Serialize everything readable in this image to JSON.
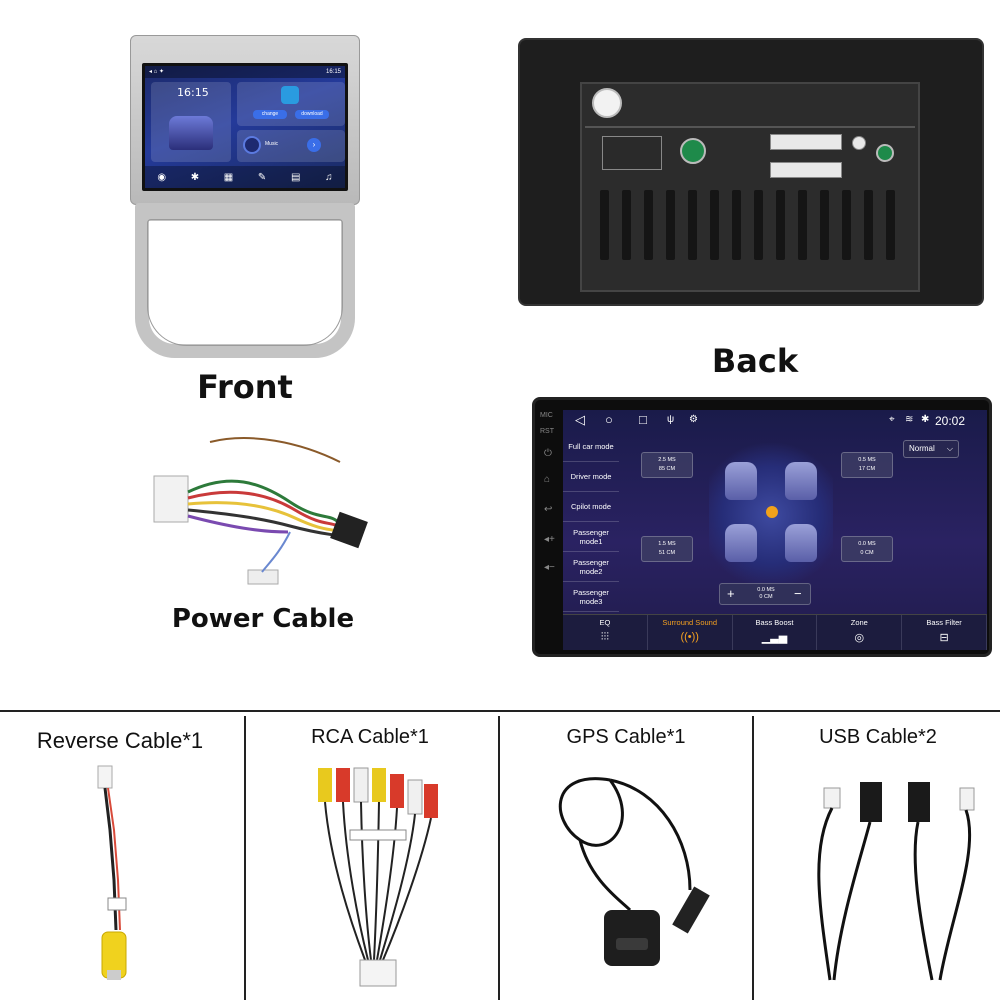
{
  "labels": {
    "front": "Front",
    "back": "Back",
    "power_cable": "Power Cable"
  },
  "accessories": [
    {
      "title": "Reverse Cable*1"
    },
    {
      "title": "RCA Cable*1"
    },
    {
      "title": "GPS Cable*1"
    },
    {
      "title": "USB Cable*2"
    }
  ],
  "front_screen": {
    "status_time": "16:15",
    "clock": "16:15",
    "btn_left": "change",
    "btn_right": "download",
    "music": "Music"
  },
  "dsp": {
    "time": "20:02",
    "preset": "Normal",
    "modes": [
      "Full car mode",
      "Driver mode",
      "Cpilot mode",
      "Passenger mode1",
      "Passenger mode2",
      "Passenger mode3"
    ],
    "delays": {
      "front_left": [
        "2.5 MS",
        "85 CM"
      ],
      "front_right": [
        "0.5 MS",
        "17 CM"
      ],
      "rear_left": [
        "1.5 MS",
        "51 CM"
      ],
      "rear_right": [
        "0.0 MS",
        "0 CM"
      ],
      "center": [
        "0.0 MS",
        "0 CM"
      ]
    },
    "tabs": [
      "EQ",
      "Surround Sound",
      "Bass Boost",
      "Zone",
      "Bass Filter"
    ],
    "active_tab": "Surround Sound",
    "side_labels": [
      "MIC",
      "RST"
    ],
    "accent_color": "#f4a020"
  }
}
